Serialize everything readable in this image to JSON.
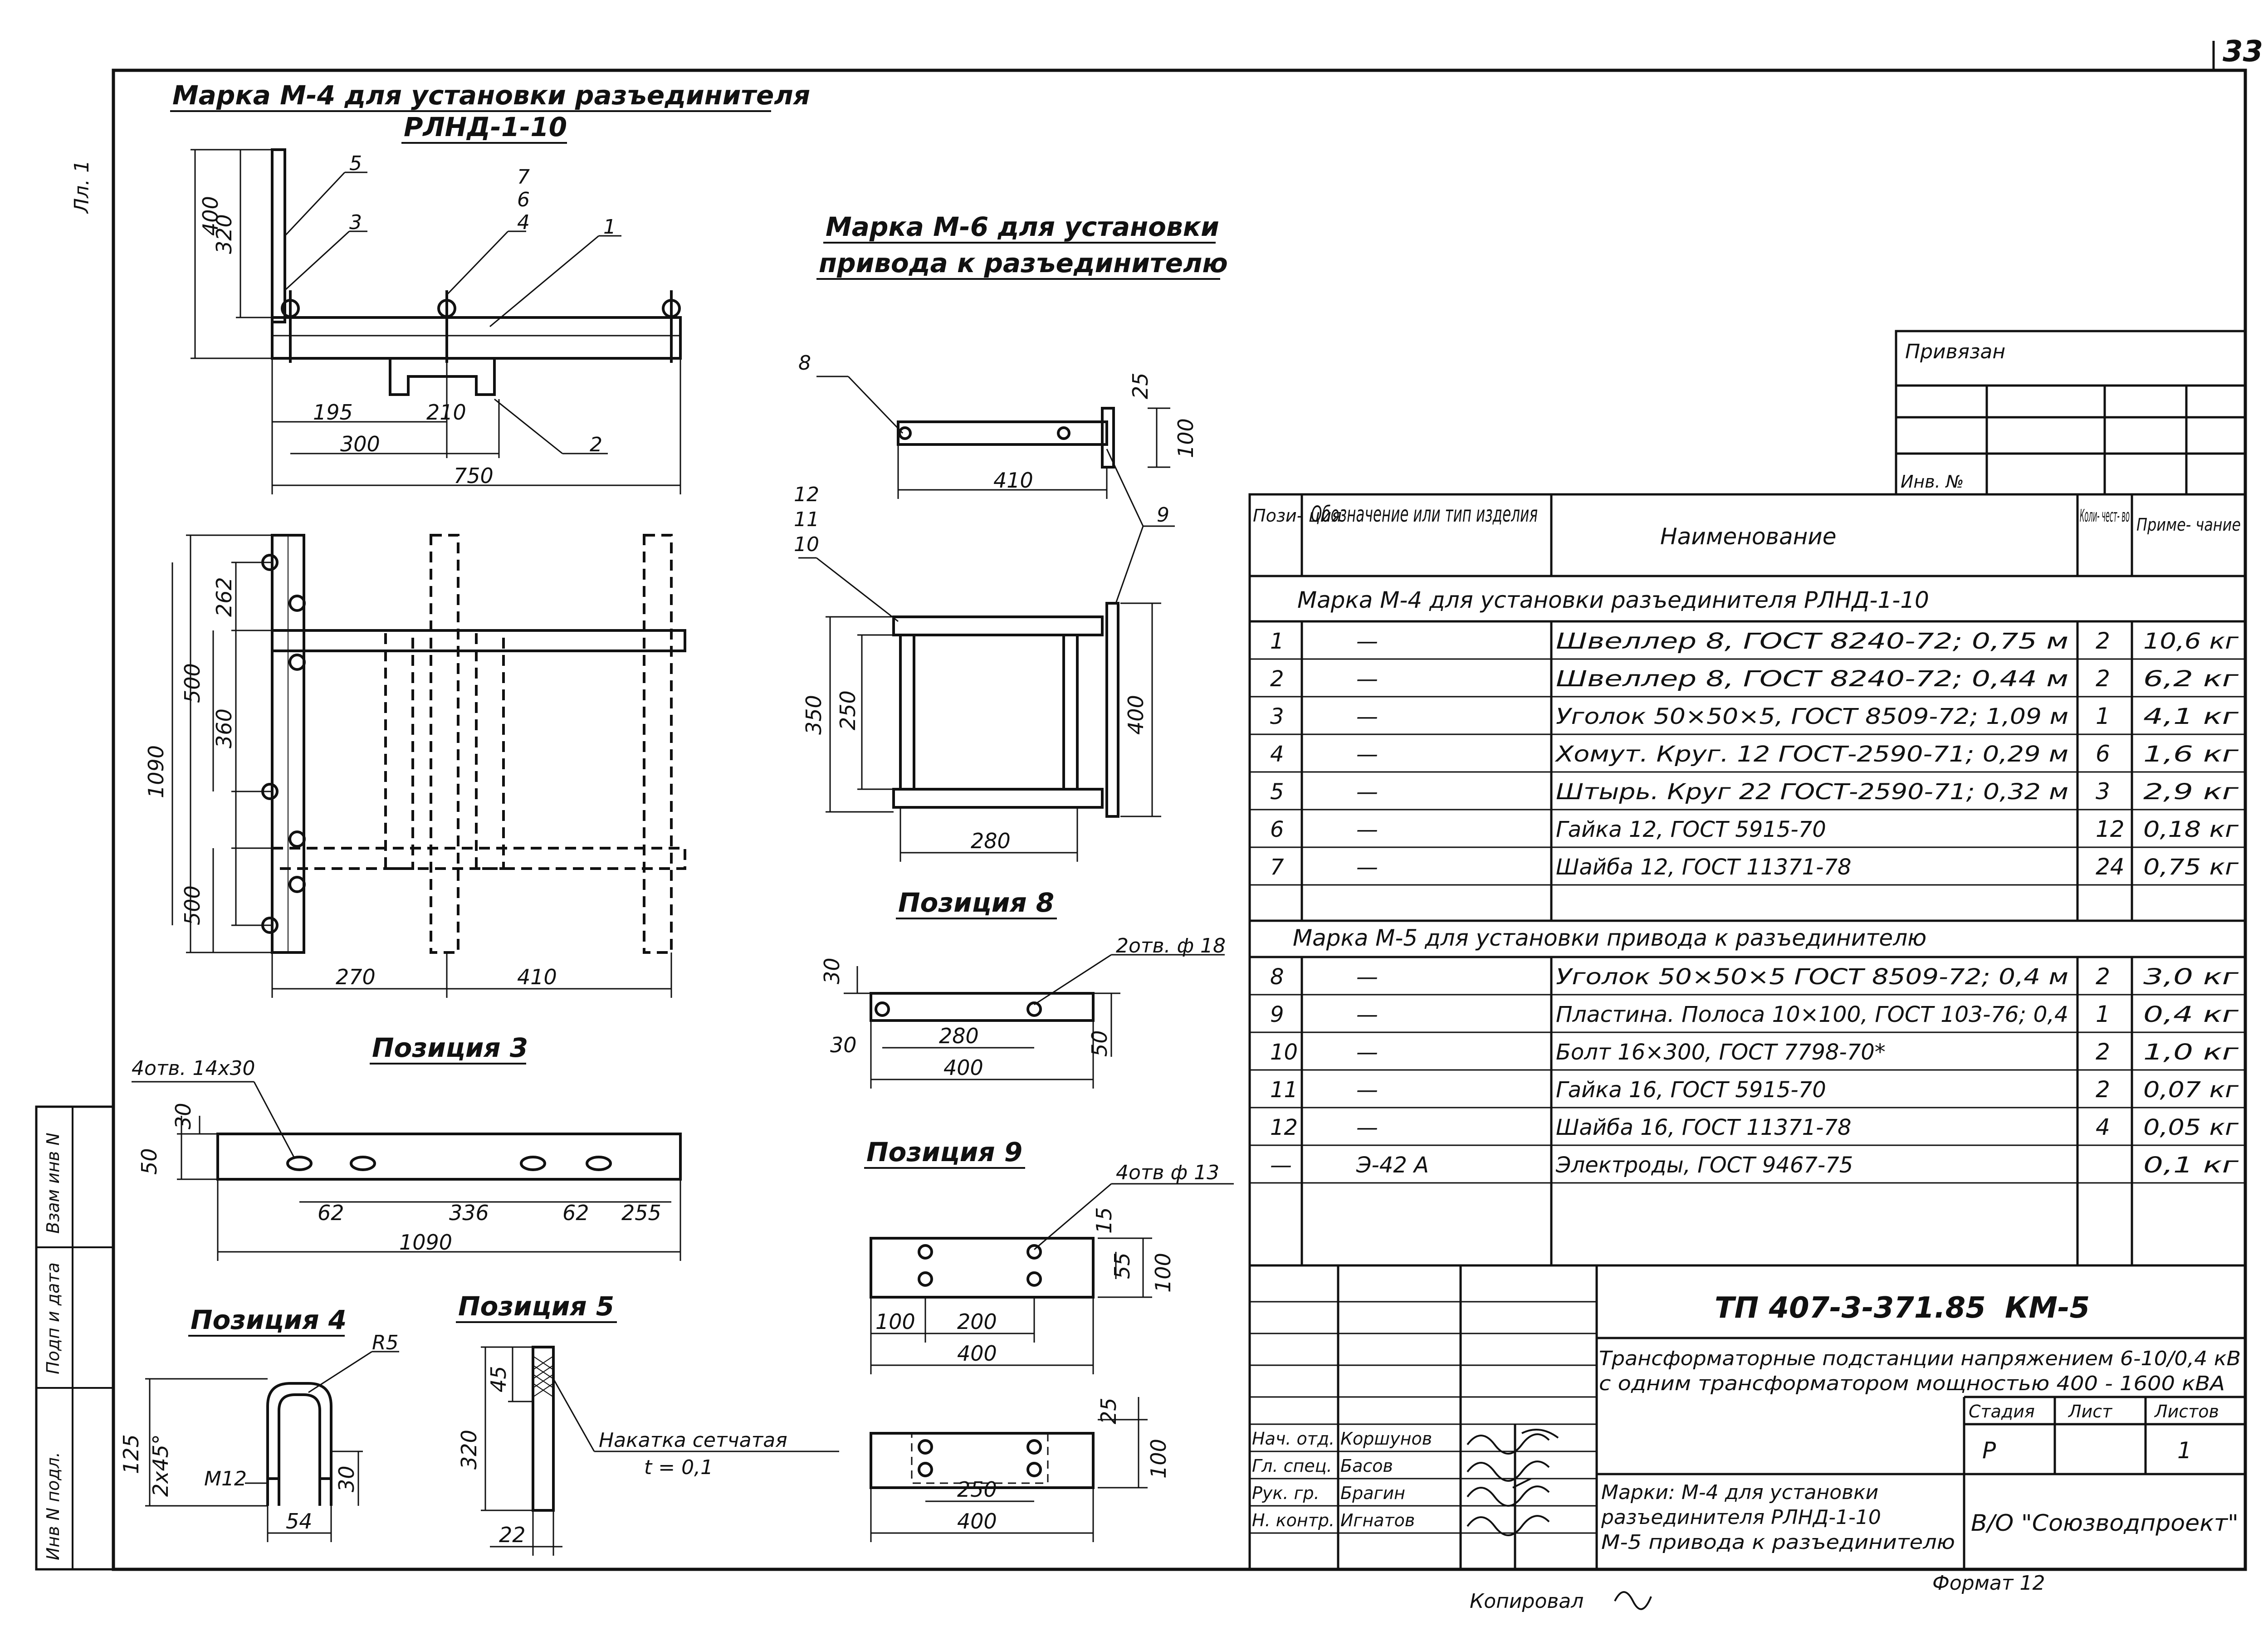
{
  "page_no": "33",
  "sheet_label": "Лл. 1",
  "drawing_m4": {
    "title_line1": "Марка М-4 для установки разъединителя",
    "title_line2": "РЛНД-1-10",
    "dims": {
      "d400": "400",
      "d320": "320",
      "d195": "195",
      "d210": "210",
      "d300": "300",
      "d750": "750",
      "d262": "262",
      "d500a": "500",
      "d360": "360",
      "d1090": "1090",
      "d500b": "500",
      "d270": "270",
      "d410": "410"
    },
    "callouts": {
      "c5": "5",
      "c3": "3",
      "c7": "7",
      "c6": "6",
      "c4": "4",
      "c1": "1",
      "c2": "2"
    }
  },
  "drawing_m6": {
    "title_line1": "Марка М-6 для установки",
    "title_line2": "привода к разъединителю",
    "dims": {
      "d410": "410",
      "d25": "25",
      "d100": "100",
      "d350": "350",
      "d250": "250",
      "d400": "400",
      "d280": "280"
    },
    "callouts": {
      "c8": "8",
      "c12": "12",
      "c11": "11",
      "c10": "10",
      "c9": "9"
    }
  },
  "pos3": {
    "title": "Позиция 3",
    "holes": "4отв. 14х30",
    "dims": {
      "d30": "30",
      "d50": "50",
      "d62a": "62",
      "d336": "336",
      "d62b": "62",
      "d255": "255",
      "d1090": "1090"
    }
  },
  "pos4": {
    "title": "Позиция 4",
    "r": "R5",
    "dims": {
      "d125": "125",
      "d2x45": "2х45°",
      "m12": "М12",
      "d30": "30",
      "d54": "54"
    }
  },
  "pos5": {
    "title": "Позиция 5",
    "note_line1": "Накатка сетчатая",
    "note_line2": "t = 0,1",
    "dims": {
      "d320": "320",
      "d45": "45",
      "d22": "22"
    }
  },
  "pos8": {
    "title": "Позиция 8",
    "holes": "2отв. ф 18",
    "dims": {
      "d30a": "30",
      "d30b": "30",
      "d280": "280",
      "d50": "50",
      "d400": "400"
    }
  },
  "pos9": {
    "title": "Позиция 9",
    "holes": "4отв ф 13",
    "dims": {
      "d15": "15",
      "d55": "55",
      "d100a": "100",
      "d100b": "100",
      "d200": "200",
      "d400a": "400",
      "d25": "25",
      "d100c": "100",
      "d250": "250",
      "d400b": "400"
    }
  },
  "privyazan": {
    "label": "Привязан",
    "inv": "Инв. №"
  },
  "spec": {
    "headers": {
      "pos": "Пози-\nция",
      "designation": "Обозначение или тип изделия",
      "name": "Наименование",
      "qty": "Коли-\nчест-\nво",
      "note": "Приме-\nчание"
    },
    "group1": "Марка М-4 для установки разъединителя РЛНД-1-10",
    "group2": "Марка М-5 для установки привода к разъединителю",
    "rows1": [
      {
        "pos": "1",
        "des": "—",
        "name": "Швеллер 8, ГОСТ 8240-72; 0,75 м",
        "qty": "2",
        "note": "10,6 кг"
      },
      {
        "pos": "2",
        "des": "—",
        "name": "Швеллер 8, ГОСТ 8240-72; 0,44 м",
        "qty": "2",
        "note": "6,2 кг"
      },
      {
        "pos": "3",
        "des": "—",
        "name": "Уголок 50×50×5, ГОСТ 8509-72; 1,09 м",
        "qty": "1",
        "note": "4,1 кг"
      },
      {
        "pos": "4",
        "des": "—",
        "name": "Хомут. Круг. 12 ГОСТ-2590-71; 0,29 м",
        "qty": "6",
        "note": "1,6 кг"
      },
      {
        "pos": "5",
        "des": "—",
        "name": "Штырь. Круг 22 ГОСТ-2590-71; 0,32 м",
        "qty": "3",
        "note": "2,9 кг"
      },
      {
        "pos": "6",
        "des": "—",
        "name": "Гайка 12, ГОСТ 5915-70",
        "qty": "12",
        "note": "0,18 кг"
      },
      {
        "pos": "7",
        "des": "—",
        "name": "Шайба 12, ГОСТ 11371-78",
        "qty": "24",
        "note": "0,75 кг"
      }
    ],
    "rows2": [
      {
        "pos": "8",
        "des": "—",
        "name": "Уголок 50×50×5 ГОСТ 8509-72; 0,4 м",
        "qty": "2",
        "note": "3,0 кг"
      },
      {
        "pos": "9",
        "des": "—",
        "name": "Пластина. Полоса 10×100, ГОСТ 103-76; 0,4",
        "qty": "1",
        "note": "0,4 кг"
      },
      {
        "pos": "10",
        "des": "—",
        "name": "Болт 16×300, ГОСТ 7798-70*",
        "qty": "2",
        "note": "1,0 кг"
      },
      {
        "pos": "11",
        "des": "—",
        "name": "Гайка 16, ГОСТ 5915-70",
        "qty": "2",
        "note": "0,07 кг"
      },
      {
        "pos": "12",
        "des": "—",
        "name": "Шайба 16, ГОСТ 11371-78",
        "qty": "4",
        "note": "0,05 кг"
      },
      {
        "pos": "—",
        "des": "Э-42 А",
        "name": "Электроды, ГОСТ 9467-75",
        "qty": "",
        "note": "0,1 кг"
      }
    ]
  },
  "titleblock": {
    "code": "ТП 407-3-371.85",
    "mark": "КМ-5",
    "desc_line1": "Трансформаторные подстанции напряжением 6-10/0,4 кВ",
    "desc_line2": "с одним трансформатором мощностью 400 - 1600 кВА",
    "stage_h": "Стадия",
    "sheet_h": "Лист",
    "sheets_h": "Листов",
    "stage": "Р",
    "sheet": "",
    "sheets": "1",
    "roles": [
      {
        "role": "Нач. отд.",
        "name": "Коршунов"
      },
      {
        "role": "Гл. спец.",
        "name": "Басов"
      },
      {
        "role": "Рук. гр.",
        "name": "Брагин"
      },
      {
        "role": "Н. контр.",
        "name": "Игнатов"
      }
    ],
    "marks_line1": "Марки: М-4 для установки",
    "marks_line2": "разъединителя РЛНД-1-10",
    "marks_line3": "М-5 привода к разъединителю",
    "org": "В/О \"Союзводпроект\""
  },
  "side_stamp": [
    "Взам инв N",
    "Подп и дата",
    "Инв N подл."
  ],
  "footer": {
    "copied": "Копировал",
    "format": "Формат 12"
  }
}
